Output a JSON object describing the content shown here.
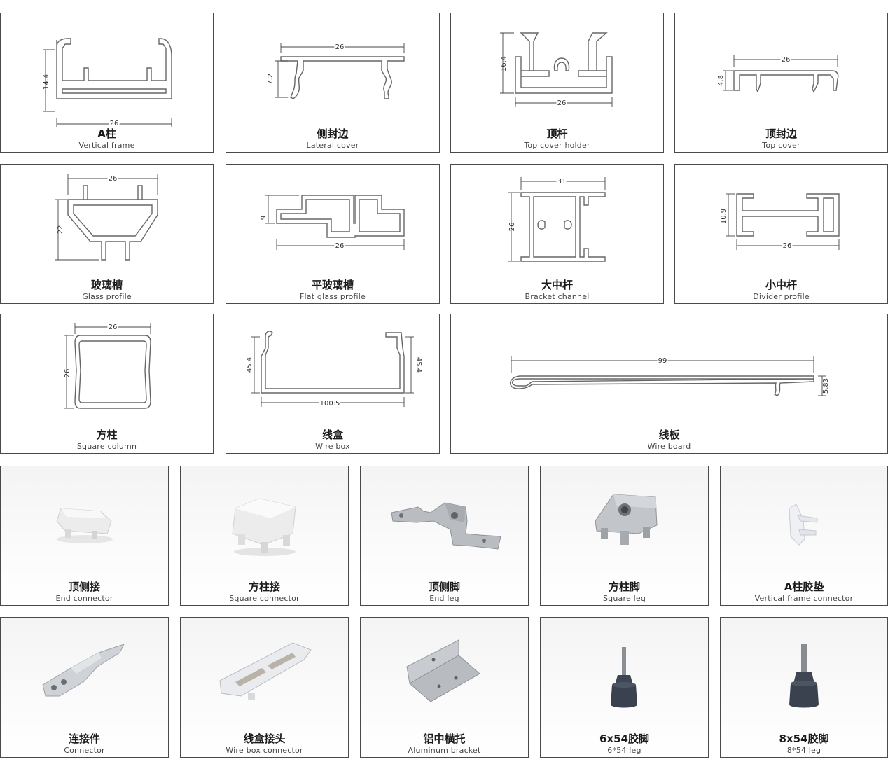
{
  "profiles": [
    {
      "name_cn": "A柱",
      "name_en": "Vertical frame",
      "dims": [
        "14.4",
        "26"
      ]
    },
    {
      "name_cn": "侧封边",
      "name_en": "Lateral cover",
      "dims": [
        "26",
        "7.2"
      ]
    },
    {
      "name_cn": "顶杆",
      "name_en": "Top cover holder",
      "dims": [
        "16.4",
        "26"
      ]
    },
    {
      "name_cn": "顶封边",
      "name_en": "Top cover",
      "dims": [
        "26",
        "4.8"
      ]
    },
    {
      "name_cn": "玻璃槽",
      "name_en": "Glass profile",
      "dims": [
        "26",
        "22"
      ]
    },
    {
      "name_cn": "平玻璃槽",
      "name_en": "Flat glass profile",
      "dims": [
        "9",
        "26"
      ]
    },
    {
      "name_cn": "大中杆",
      "name_en": "Bracket channel",
      "dims": [
        "31",
        "26"
      ]
    },
    {
      "name_cn": "小中杆",
      "name_en": "Divider profile",
      "dims": [
        "10.9",
        "26"
      ]
    },
    {
      "name_cn": "方柱",
      "name_en": "Square column",
      "dims": [
        "26",
        "26"
      ]
    },
    {
      "name_cn": "线盒",
      "name_en": "Wire box",
      "dims": [
        "45.4",
        "45.4",
        "100.5"
      ]
    },
    {
      "name_cn": "线板",
      "name_en": "Wire board",
      "dims": [
        "99",
        "5.83"
      ]
    }
  ],
  "parts": [
    {
      "name_cn": "顶侧接",
      "name_en": "End connector"
    },
    {
      "name_cn": "方柱接",
      "name_en": "Square connector"
    },
    {
      "name_cn": "顶侧脚",
      "name_en": "End leg"
    },
    {
      "name_cn": "方柱脚",
      "name_en": "Square leg"
    },
    {
      "name_cn": "A柱胶垫",
      "name_en": "Vertical frame connector"
    },
    {
      "name_cn": "连接件",
      "name_en": "Connector"
    },
    {
      "name_cn": "线盒接头",
      "name_en": "Wire box connector"
    },
    {
      "name_cn": "铝中横托",
      "name_en": "Aluminum bracket"
    },
    {
      "name_cn": "6x54胶脚",
      "name_en": "6*54 leg"
    },
    {
      "name_cn": "8x54胶脚",
      "name_en": "8*54 leg"
    }
  ]
}
